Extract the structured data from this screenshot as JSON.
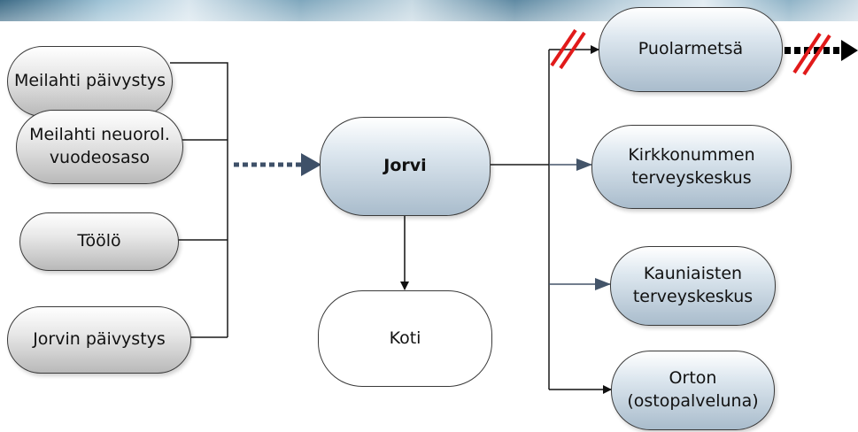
{
  "left_nodes": {
    "meilahti_paivystys": "Meilahti päivystys",
    "meilahti_neurol": "Meilahti neuorol.\nvuodeosaso",
    "toolo": "Töölö",
    "jorvin_paivystys": "Jorvin päivystys"
  },
  "center_nodes": {
    "jorvi": "Jorvi",
    "koti": "Koti"
  },
  "right_nodes": {
    "puolarmetsa": "Puolarmetsä",
    "kirkkonummi": "Kirkkonummen\nterveyskeskus",
    "kauniainen": "Kauniaisten\nterveyskeskus",
    "orton": "Orton\n(ostopalveluna)"
  },
  "colors": {
    "connector": "#1a1a1a",
    "dotted_arrow": "#3e5068",
    "blue_arrow": "#435469",
    "blocked_marks": "#e11a1a"
  }
}
